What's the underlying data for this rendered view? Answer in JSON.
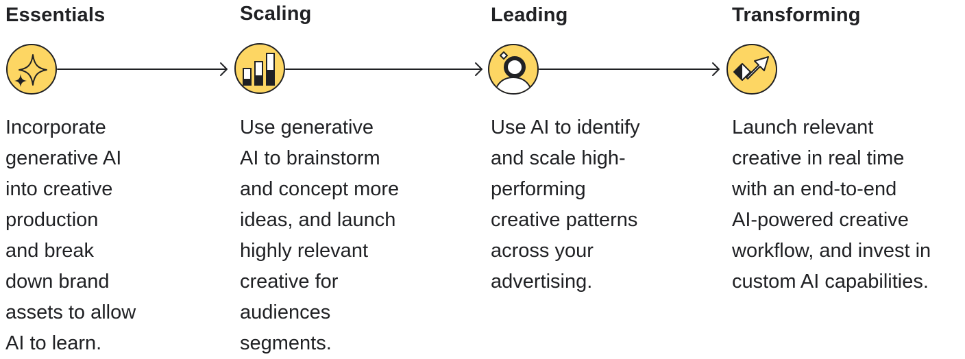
{
  "colors": {
    "accent_yellow": "#FDD663",
    "ink": "#202124"
  },
  "stages": [
    {
      "title": "Essentials",
      "icon": "sparkle-icon",
      "lines": [
        "Incorporate",
        "generative AI",
        "into creative",
        "production",
        "and break",
        "down brand",
        "assets to allow",
        "AI to learn."
      ]
    },
    {
      "title": "Scaling",
      "icon": "bar-chart-icon",
      "lines": [
        "Use generative",
        "AI to brainstorm",
        "and concept more",
        "ideas, and launch",
        "highly relevant",
        "creative for",
        "audiences",
        "segments."
      ]
    },
    {
      "title": "Leading",
      "icon": "person-insight-icon",
      "lines": [
        "Use AI to identify",
        "and scale high-",
        "performing",
        "creative patterns",
        "across your",
        "advertising."
      ]
    },
    {
      "title": "Transforming",
      "icon": "arrow-up-right-icon",
      "lines": [
        "Launch relevant",
        "creative in real time",
        "with an end-to-end",
        "AI-powered creative",
        "workflow, and invest in",
        "custom AI capabilities."
      ]
    }
  ]
}
